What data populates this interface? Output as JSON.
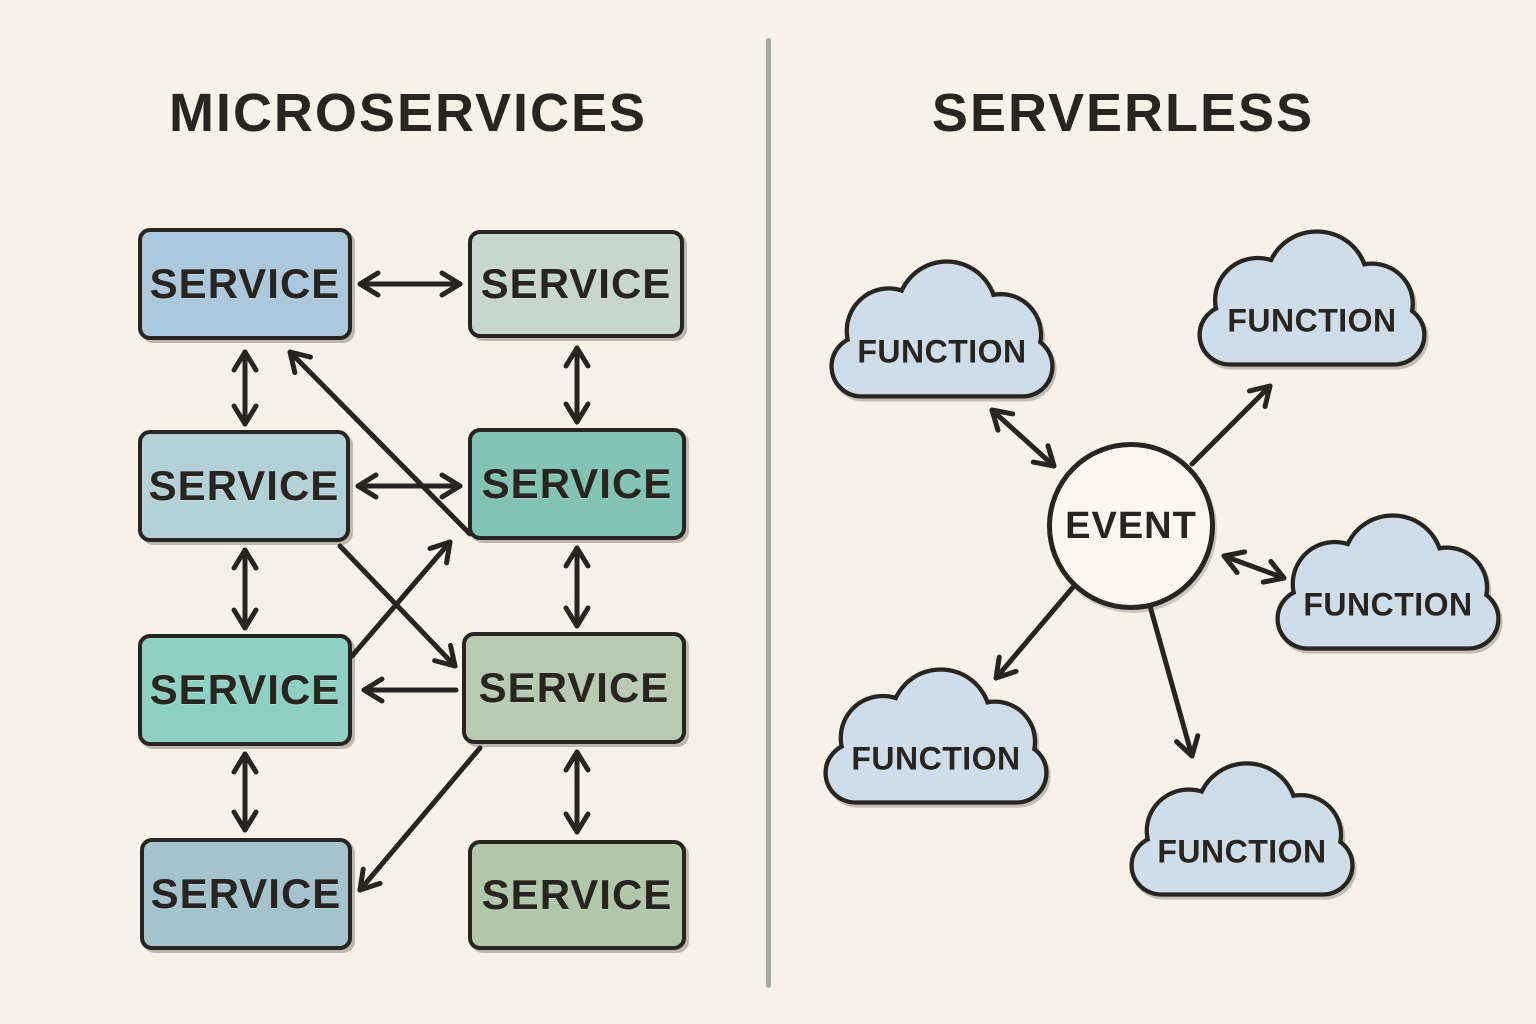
{
  "theme": {
    "bg": "#f7f2e8",
    "ink": "#282420",
    "divider": "#a8a8a4",
    "cloud": "#cfdce9",
    "event": "#fbf7ee"
  },
  "left_panel": {
    "title": "MICROSERVICES",
    "services": [
      {
        "id": "service-1",
        "label": "SERVICE",
        "fill": "#abc8dd"
      },
      {
        "id": "service-2",
        "label": "SERVICE",
        "fill": "#c7d7d0"
      },
      {
        "id": "service-3",
        "label": "SERVICE",
        "fill": "#b5d1d8"
      },
      {
        "id": "service-4",
        "label": "SERVICE",
        "fill": "#83c3b3"
      },
      {
        "id": "service-5",
        "label": "SERVICE",
        "fill": "#8ed0c2"
      },
      {
        "id": "service-6",
        "label": "SERVICE",
        "fill": "#b9cab2"
      },
      {
        "id": "service-7",
        "label": "SERVICE",
        "fill": "#a5c3cd"
      },
      {
        "id": "service-8",
        "label": "SERVICE",
        "fill": "#b0c7ab"
      }
    ]
  },
  "right_panel": {
    "title": "SERVERLESS",
    "event": {
      "label": "EVENT",
      "fill": "#fbf7ee"
    },
    "functions": [
      {
        "id": "function-top-left",
        "label": "FUNCTION",
        "fill": "#cfdce9"
      },
      {
        "id": "function-top-right",
        "label": "FUNCTION",
        "fill": "#cfdce9"
      },
      {
        "id": "function-right",
        "label": "FUNCTION",
        "fill": "#cfdce9"
      },
      {
        "id": "function-bottom-left",
        "label": "FUNCTION",
        "fill": "#cfdce9"
      },
      {
        "id": "function-bottom-right",
        "label": "FUNCTION",
        "fill": "#cfdce9"
      }
    ]
  }
}
